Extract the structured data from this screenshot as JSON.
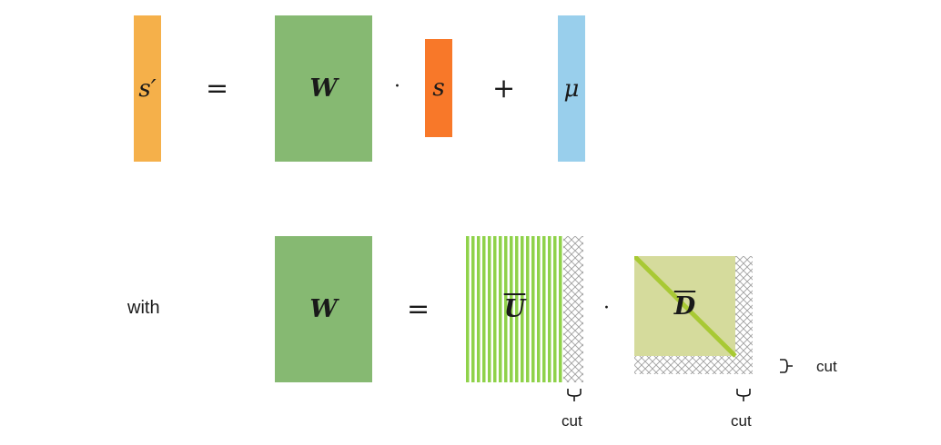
{
  "equation1": {
    "s_prime": "s′",
    "equals": "=",
    "W": "W",
    "dot": "·",
    "s": "s",
    "plus": "+",
    "mu": "μ"
  },
  "equation2": {
    "with": "with",
    "W": "W",
    "equals": "=",
    "U_bar": "U",
    "dot": "·",
    "D_bar": "D",
    "cut_label_u": "cut",
    "cut_label_d_bottom": "cut",
    "cut_label_d_right": "cut"
  },
  "colors": {
    "s_prime_fill": "#F5B04A",
    "W_fill": "#86B972",
    "s_fill": "#F87829",
    "mu_fill": "#99CFEC",
    "U_stripe": "#8FD24A",
    "D_fill": "#D5DB9C",
    "D_diagonal": "#A8C934",
    "cut_pattern": "#9a9a9a"
  }
}
